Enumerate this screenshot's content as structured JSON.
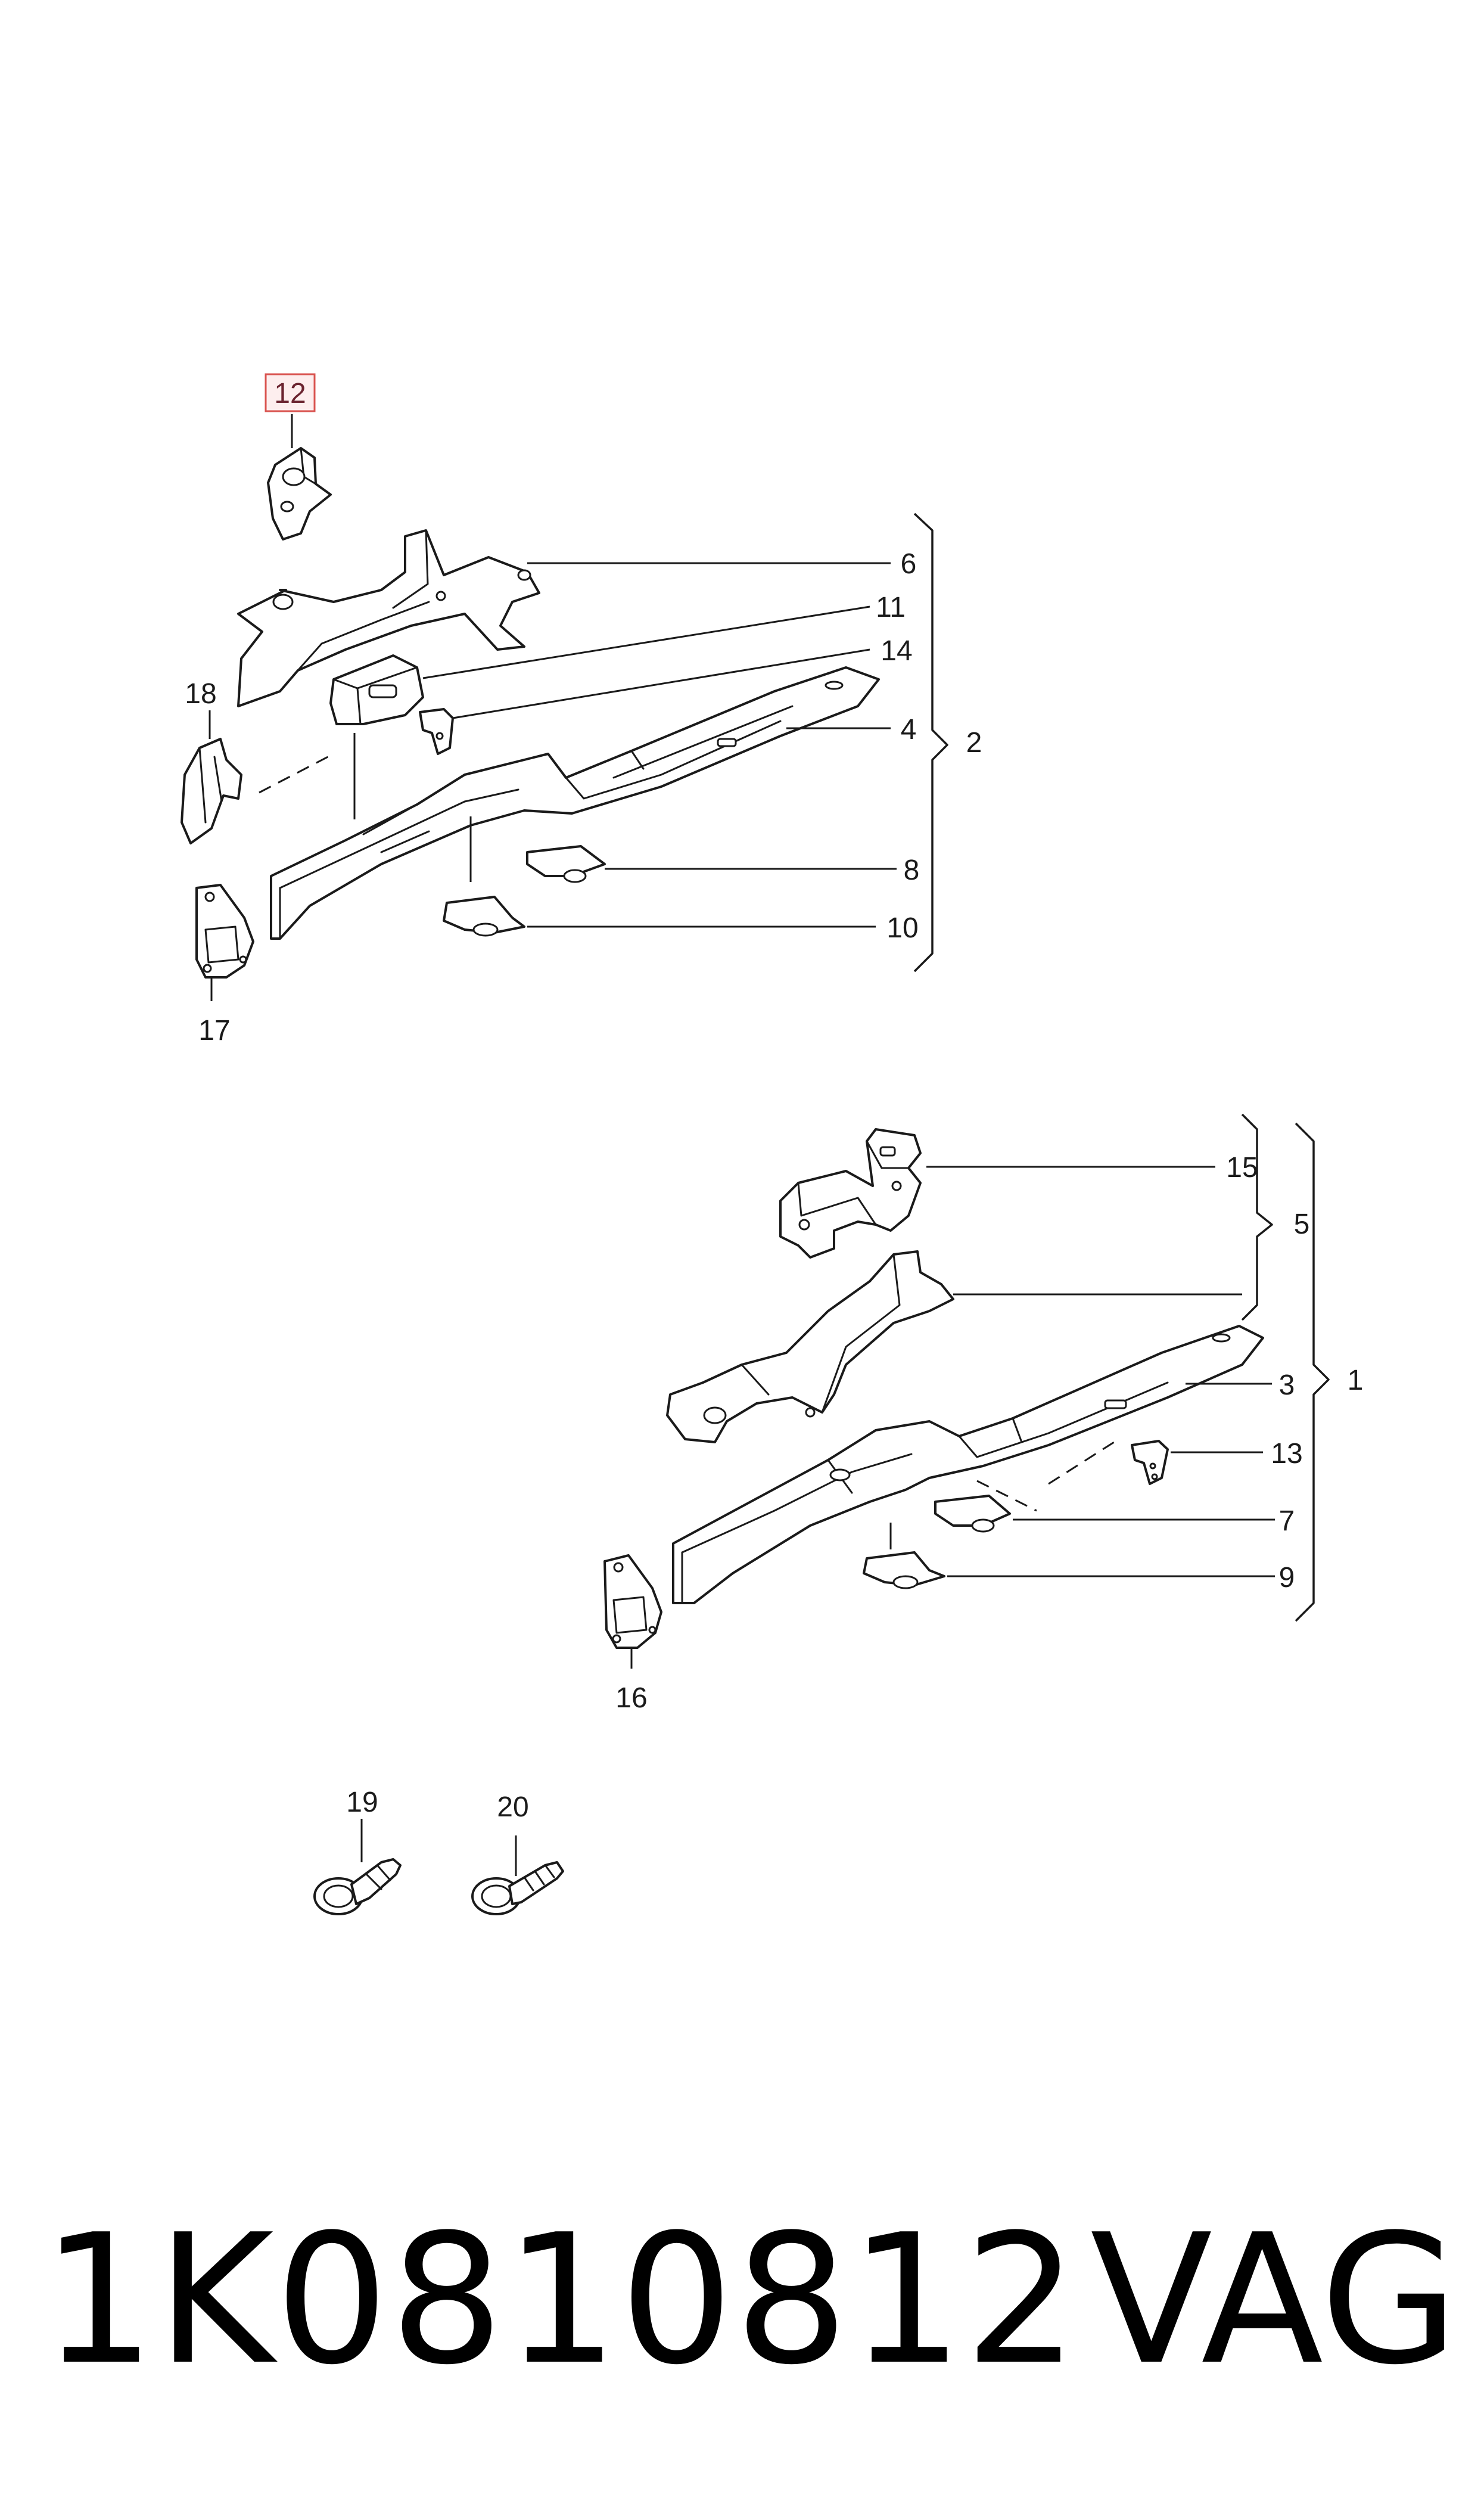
{
  "callouts": {
    "c1": "1",
    "c2": "2",
    "c3": "3",
    "c4": "4",
    "c5": "5",
    "c6": "6",
    "c7": "7",
    "c8": "8",
    "c9": "9",
    "c10": "10",
    "c11": "11",
    "c12": "12",
    "c13": "13",
    "c14": "14",
    "c15": "15",
    "c16": "16",
    "c17": "17",
    "c18": "18",
    "c19": "19",
    "c20": "20"
  },
  "highlighted_callout": "12",
  "highlight_color": "#d9534f",
  "footer": {
    "part_number": "1K0810812",
    "brand": "VAG"
  }
}
